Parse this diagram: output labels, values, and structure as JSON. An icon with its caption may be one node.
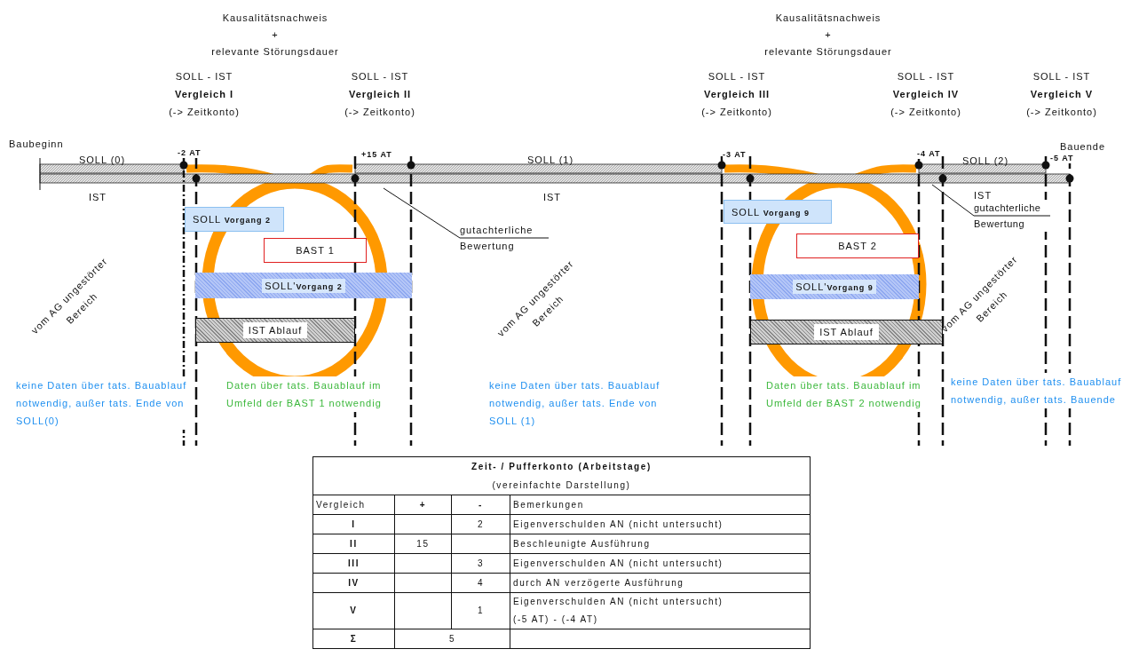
{
  "diagram": {
    "nodes": [
      {
        "text": [
          "SOLL **Vorgang 2**"
        ]
      },
      {
        "text": [
          "BAST 1"
        ]
      },
      {
        "text": [
          "SOLL'**Vorgang 2**"
        ]
      },
      {
        "text": [
          "IST Ablauf"
        ]
      },
      {
        "text": [
          "SOLL **Vorgang 9**"
        ]
      },
      {
        "text": [
          "BAST 2"
        ]
      },
      {
        "text": [
          "SOLL'**Vorgang 9**"
        ]
      },
      {
        "text": [
          "IST Ablauf"
        ]
      },
      {
        "text": [
          "gutachterliche Bewertung"
        ]
      },
      {
        "text": [
          "gutachterliche Bewertung"
        ]
      }
    ],
    "edges": [
      {
        "from": 8,
        "to": null,
        "arrow": "none"
      },
      {
        "from": 9,
        "to": null,
        "arrow": "none"
      }
    ],
    "labels": [
      "Kausalitätsnachweis",
      "+",
      "relevante Störungsdauer",
      "Kausalitätsnachweis",
      "+",
      "relevante Störungsdauer",
      "SOLL - IST",
      "Vergleich I",
      "(-> Zeitkonto)",
      "SOLL - IST",
      "Vergleich II",
      "(-> Zeitkonto)",
      "SOLL - IST",
      "Vergleich III",
      "(-> Zeitkonto)",
      "SOLL - IST",
      "Vergleich IV",
      "(-> Zeitkonto)",
      "SOLL - IST",
      "Vergleich V",
      "(-> Zeitkonto)",
      "Baubeginn",
      "Bauende",
      "SOLL (0)",
      "-2 AT",
      "+15 AT",
      "SOLL (1)",
      "-3 AT",
      "-4 AT",
      "SOLL (2)",
      "-5 AT",
      "IST",
      "IST",
      "IST",
      "vom AG ungestörter Bereich",
      "vom AG ungestörter Bereich",
      "vom AG ungestörter Bereich",
      "keine Daten über tats. Bauablauf notwendig, außer tats. Ende von SOLL(0)",
      "Daten über tats. Bauablauf im Umfeld der BAST 1 notwendig",
      "keine Daten über tats. Bauablauf notwendig, außer tats. Ende von SOLL (1)",
      "Daten über tats. Bauablauf im Umfeld der BAST 2 notwendig",
      "keine Daten über tats. Bauablauf notwendig, außer tats. Bauende",
      "Zeit- / Pufferkonto (Arbeitstage)",
      "(vereinfachte Darstellung)",
      "Vergleich",
      "+",
      "-",
      "Bemerkungen",
      "I",
      "2",
      "Eigenverschulden AN (nicht untersucht)",
      "II",
      "15",
      "Beschleunigte Ausführung",
      "III",
      "3",
      "Eigenverschulden AN (nicht untersucht)",
      "IV",
      "4",
      "durch AN verzögerte Ausführung",
      "V",
      "1",
      "Eigenverschulden AN (nicht untersucht)",
      "(-5 AT) - (-4 AT)",
      "Σ",
      "5"
    ]
  }
}
